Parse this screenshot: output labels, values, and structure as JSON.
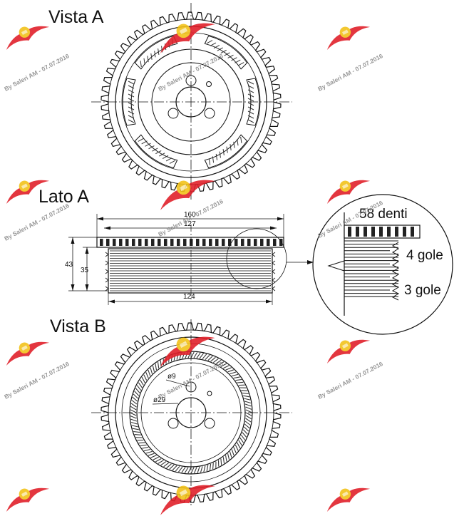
{
  "views": {
    "vista_a": "Vista A",
    "lato_a": "Lato A",
    "vista_b": "Vista B"
  },
  "dimensions": {
    "outer_width": "160",
    "ring_width": "127",
    "inner_width": "124",
    "height_43": "43",
    "height_35": "35",
    "hole_89": "ø9",
    "hole_829": "ø29"
  },
  "callouts": {
    "teeth": "58 denti",
    "grooves_4": "4 gole",
    "grooves_3": "3 gole"
  },
  "watermark": {
    "text": "By Saleri AM - 07.07.2016",
    "logo_color": "#e0202a",
    "badge_color": "#f2c21a"
  },
  "colors": {
    "line": "#111111",
    "hatch": "#333333",
    "highlight": "#e0202a"
  }
}
